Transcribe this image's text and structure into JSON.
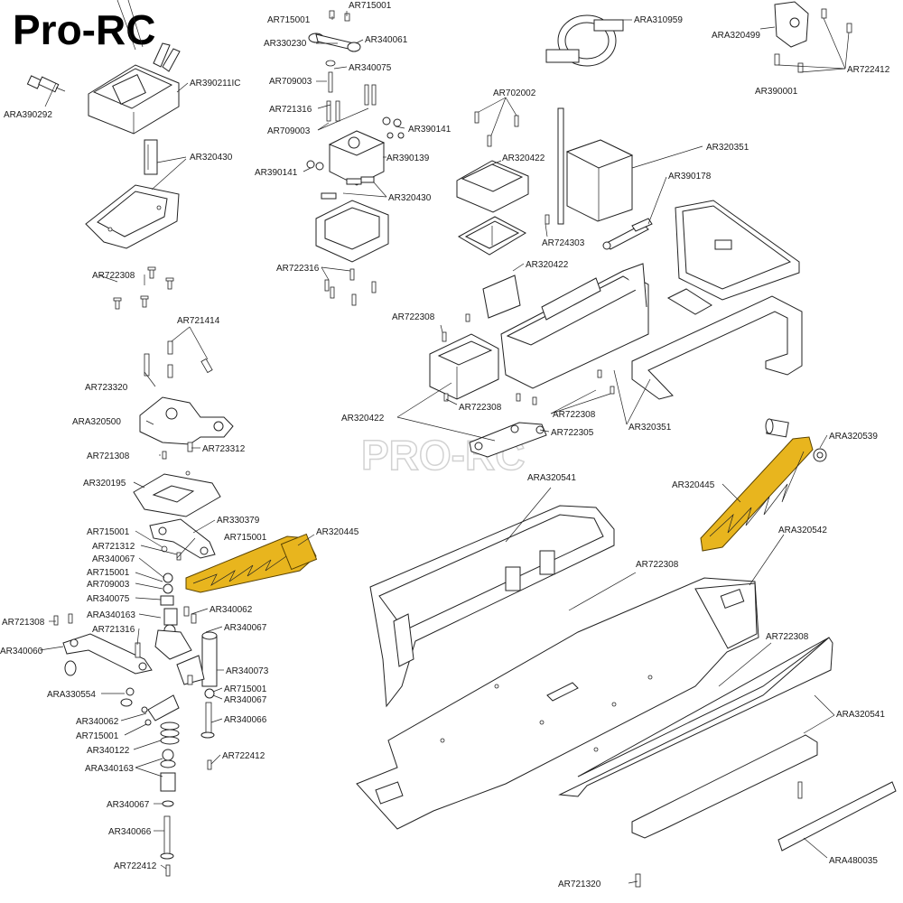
{
  "brand": "Pro-RC",
  "watermark": "PRO-RC",
  "colors": {
    "highlight": "#e8b51e",
    "line": "#222222"
  },
  "labels": {
    "ARA390292": "ARA390292",
    "AR390211IC": "AR390211IC",
    "AR320430_a": "AR320430",
    "AR722308_a": "AR722308",
    "AR715001_a": "AR715001",
    "AR715001_b": "AR715001",
    "AR330230": "AR330230",
    "AR340061": "AR340061",
    "AR340075_a": "AR340075",
    "AR709003_a": "AR709003",
    "AR721316_a": "AR721316",
    "AR709003_b": "AR709003",
    "AR390141_a": "AR390141",
    "AR390139": "AR390139",
    "AR390141_b": "AR390141",
    "AR320430_b": "AR320430",
    "AR722316": "AR722316",
    "ARA310959": "ARA310959",
    "ARA320499": "ARA320499",
    "AR722412_a": "AR722412",
    "AR390001": "AR390001",
    "AR702002": "AR702002",
    "AR320422_a": "AR320422",
    "AR320351_a": "AR320351",
    "AR390178": "AR390178",
    "AR724303": "AR724303",
    "AR320422_b": "AR320422",
    "AR722308_b": "AR722308",
    "AR721414": "AR721414",
    "AR723320": "AR723320",
    "ARA320500": "ARA320500",
    "AR721308_a": "AR721308",
    "AR723312": "AR723312",
    "AR320195": "AR320195",
    "AR330379": "AR330379",
    "AR715001_c": "AR715001",
    "AR721312": "AR721312",
    "AR715001_d": "AR715001",
    "AR340067_a": "AR340067",
    "AR320445_a": "AR320445",
    "AR715001_e": "AR715001",
    "AR709003_c": "AR709003",
    "AR340075_b": "AR340075",
    "AR340062_a": "AR340062",
    "ARA340163_a": "ARA340163",
    "AR340067_b": "AR340067",
    "AR721308_b": "AR721308",
    "AR721316_b": "AR721316",
    "AR340060": "AR340060",
    "AR340073": "AR340073",
    "ARA330554": "ARA330554",
    "AR715001_f": "AR715001",
    "AR340067_c": "AR340067",
    "AR340062_b": "AR340062",
    "AR340066_a": "AR340066",
    "AR715001_g": "AR715001",
    "AR340122": "AR340122",
    "AR722412_b": "AR722412",
    "ARA340163_b": "ARA340163",
    "AR340067_d": "AR340067",
    "AR340066_b": "AR340066",
    "AR722412_c": "AR722412",
    "AR320422_c": "AR320422",
    "AR722308_c": "AR722308",
    "AR722308_d": "AR722308",
    "AR722305": "AR722305",
    "AR320351_b": "AR320351",
    "ARA320539": "ARA320539",
    "AR320445_b": "AR320445",
    "ARA320541_a": "ARA320541",
    "ARA320542": "ARA320542",
    "AR722308_e": "AR722308",
    "AR722308_f": "AR722308",
    "ARA320541_b": "ARA320541",
    "ARA480035": "ARA480035",
    "AR721320": "AR721320"
  }
}
